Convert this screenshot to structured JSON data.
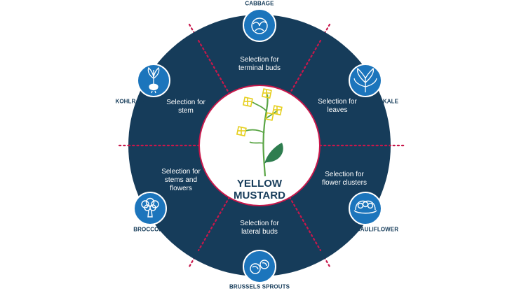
{
  "center": {
    "title": "YELLOW\nMUSTARD"
  },
  "colors": {
    "ring": "#163c5a",
    "badge": "#1c75bc",
    "divider": "#c8174b",
    "flower": "#f2e43a",
    "leaf": "#2e7d4f",
    "stem": "#5aa545",
    "text": "#163c5a"
  },
  "sections": [
    {
      "id": "terminal-buds",
      "label": "Selection for\nterminal buds"
    },
    {
      "id": "leaves",
      "label": "Selection for\nleaves"
    },
    {
      "id": "flower-clusters",
      "label": "Selection for\nflower clusters"
    },
    {
      "id": "lateral-buds",
      "label": "Selection for\nlateral buds"
    },
    {
      "id": "stems-flowers",
      "label": "Selection for\nstems and\nflowers"
    },
    {
      "id": "stem",
      "label": "Selection for\nstem"
    }
  ],
  "vegetables": [
    {
      "id": "cabbage",
      "name": "CABBAGE",
      "icon": "cabbage-icon"
    },
    {
      "id": "kale",
      "name": "KALE",
      "icon": "kale-icon"
    },
    {
      "id": "cauliflower",
      "name": "CAULIFLOWER",
      "icon": "cauliflower-icon"
    },
    {
      "id": "brussels-sprouts",
      "name": "BRUSSELS SPROUTS",
      "icon": "brussels-sprouts-icon"
    },
    {
      "id": "broccoli",
      "name": "BROCCOLI",
      "icon": "broccoli-icon"
    },
    {
      "id": "kohlrabi",
      "name": "KOHLRABI",
      "icon": "kohlrabi-icon"
    }
  ]
}
